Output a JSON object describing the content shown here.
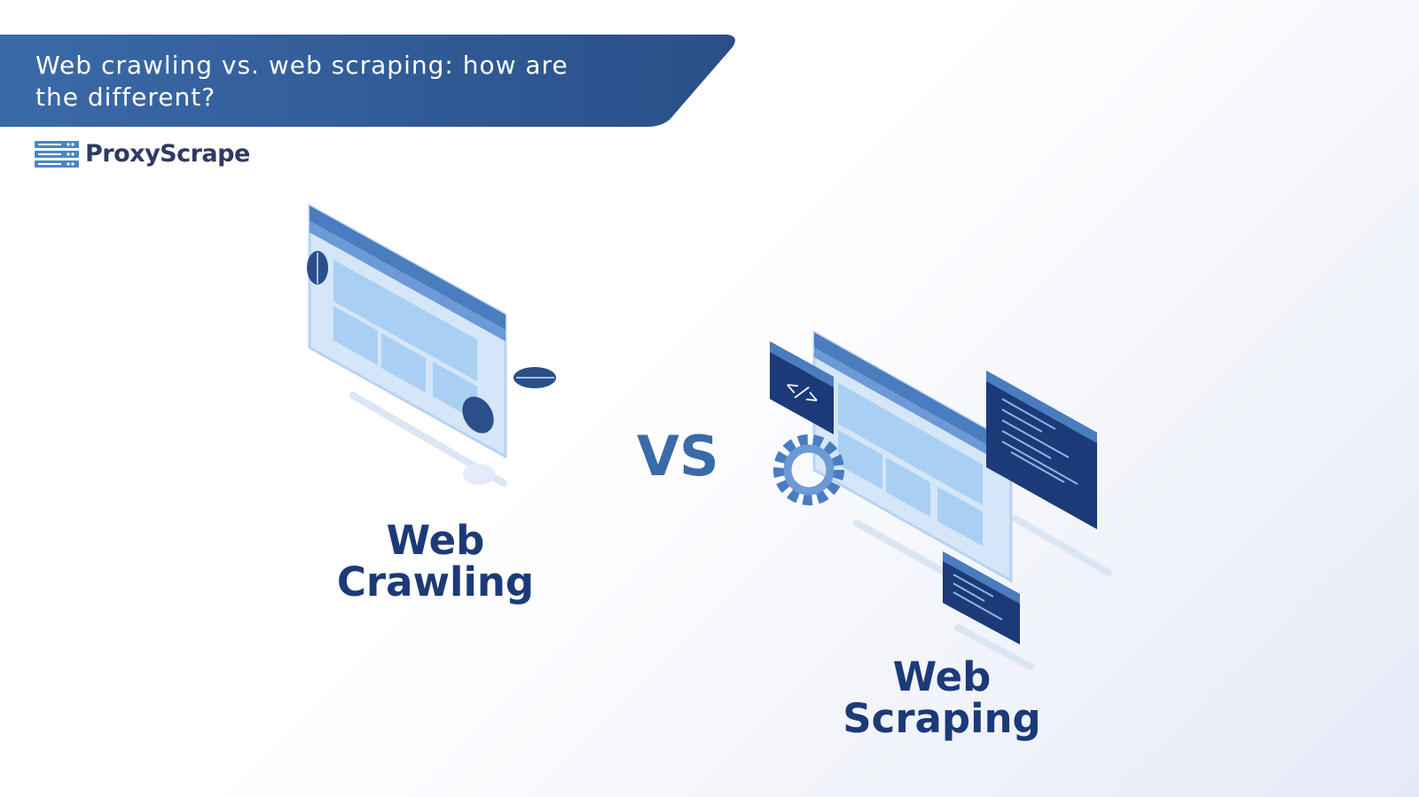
{
  "header": {
    "title": "Web crawling vs. web scraping: how are the different?"
  },
  "brand": {
    "name": "ProxyScrape"
  },
  "main": {
    "vs": "VS",
    "left_label_line1": "Web",
    "left_label_line2": "Crawling",
    "right_label_line1": "Web",
    "right_label_line2": "Scraping"
  },
  "colors": {
    "banner_start": "#3a6aa8",
    "banner_end": "#2a4f88",
    "label": "#1c3a78",
    "accent": "#3a6aa8"
  }
}
